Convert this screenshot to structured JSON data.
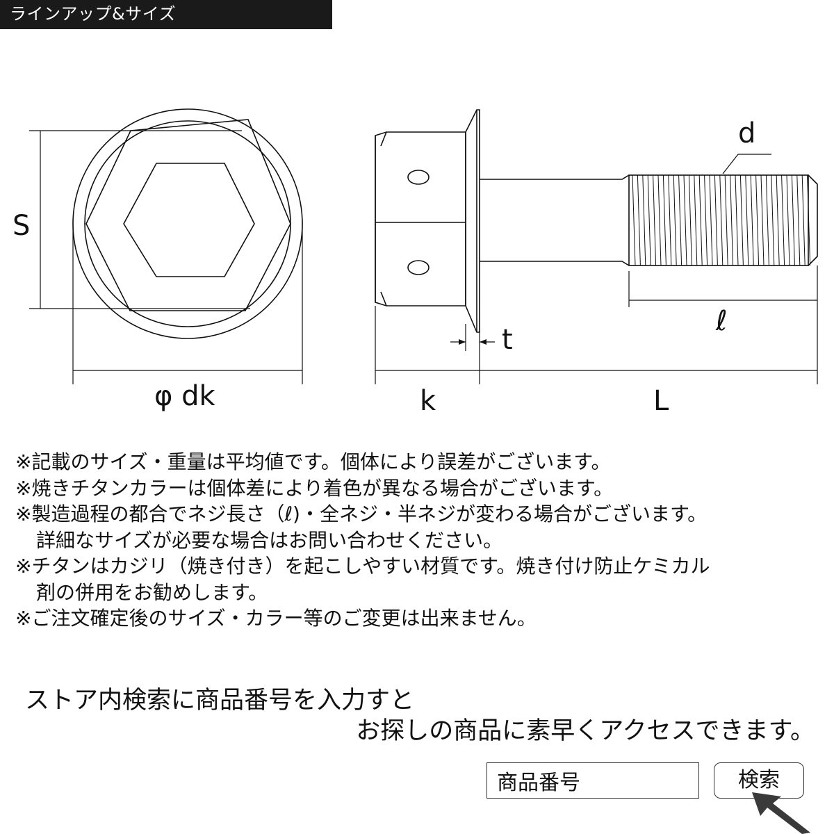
{
  "header": {
    "title": "ラインアップ&サイズ"
  },
  "diagram": {
    "labels": {
      "s": "S",
      "dk": "φ dk",
      "k": "k",
      "t": "t",
      "l_thread": "ℓ",
      "L": "L",
      "d": "d"
    }
  },
  "notes": [
    "※記載のサイズ・重量は平均値です。個体により誤差がございます。",
    "※焼きチタンカラーは個体差により着色が異なる場合がございます。",
    "※製造過程の都合でネジ長さ（ℓ)・全ネジ・半ネジが変わる場合がございます。",
    "詳細なサイズが必要な場合はお問い合わせください。",
    "※チタンはカジリ（焼き付き）を起こしやすい材質です。焼き付け防止ケミカル",
    "剤の併用をお勧めします。",
    "※ご注文確定後のサイズ・カラー等のご変更は出来ません。"
  ],
  "promo": {
    "line1": "ストア内検索に商品番号を入力すと",
    "line2": "お探しの商品に素早くアクセスできます。"
  },
  "search": {
    "value": "商品番号",
    "button_label": "検索"
  }
}
